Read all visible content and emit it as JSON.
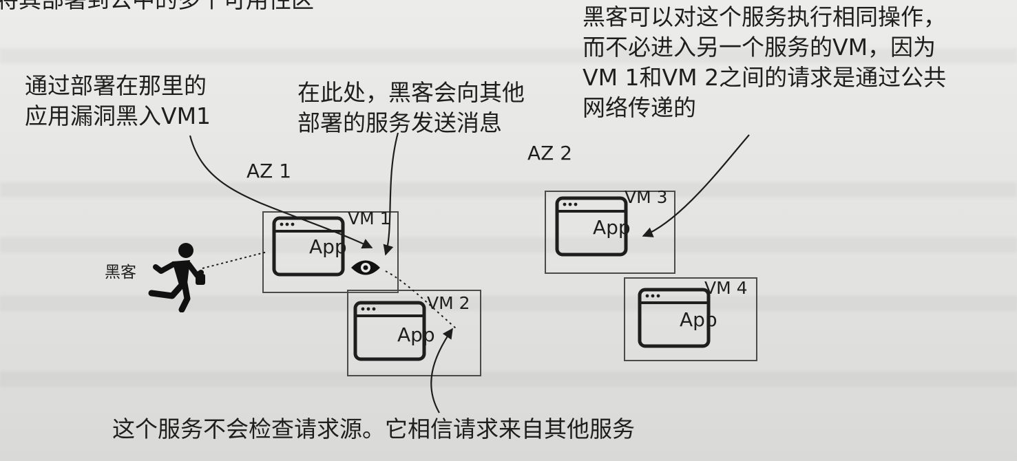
{
  "page": {
    "top_partial_line": "将其部署到公中的多个可用性区"
  },
  "annotations": {
    "vm1_exploit": "通过部署在那里的\n应用漏洞黑入VM1",
    "send_messages": "在此处，黑客会向其他\n部署的服务发送消息",
    "same_operation": "黑客可以对这个服务执行相同操作，\n而不必进入另一个服务的VM，因为\nVM 1和VM 2之间的请求是通过公共\n网络传递的",
    "no_source_check": "这个服务不会检查请求源。它相信请求来自其他服务"
  },
  "zones": {
    "az1": "AZ 1",
    "az2": "AZ 2"
  },
  "vms": [
    {
      "name": "VM 1",
      "app": "App"
    },
    {
      "name": "VM 2",
      "app": "App"
    },
    {
      "name": "VM 3",
      "app": "App"
    },
    {
      "name": "VM 4",
      "app": "App"
    }
  ],
  "actor": {
    "label": "黑客",
    "icon": "running-hacker-icon"
  },
  "icons": {
    "eye": "eye-icon",
    "window": "app-window-icon"
  },
  "colors": {
    "background": "#e8e8e6",
    "ink": "#1e1e1e",
    "box_border": "#4a4a4a"
  }
}
